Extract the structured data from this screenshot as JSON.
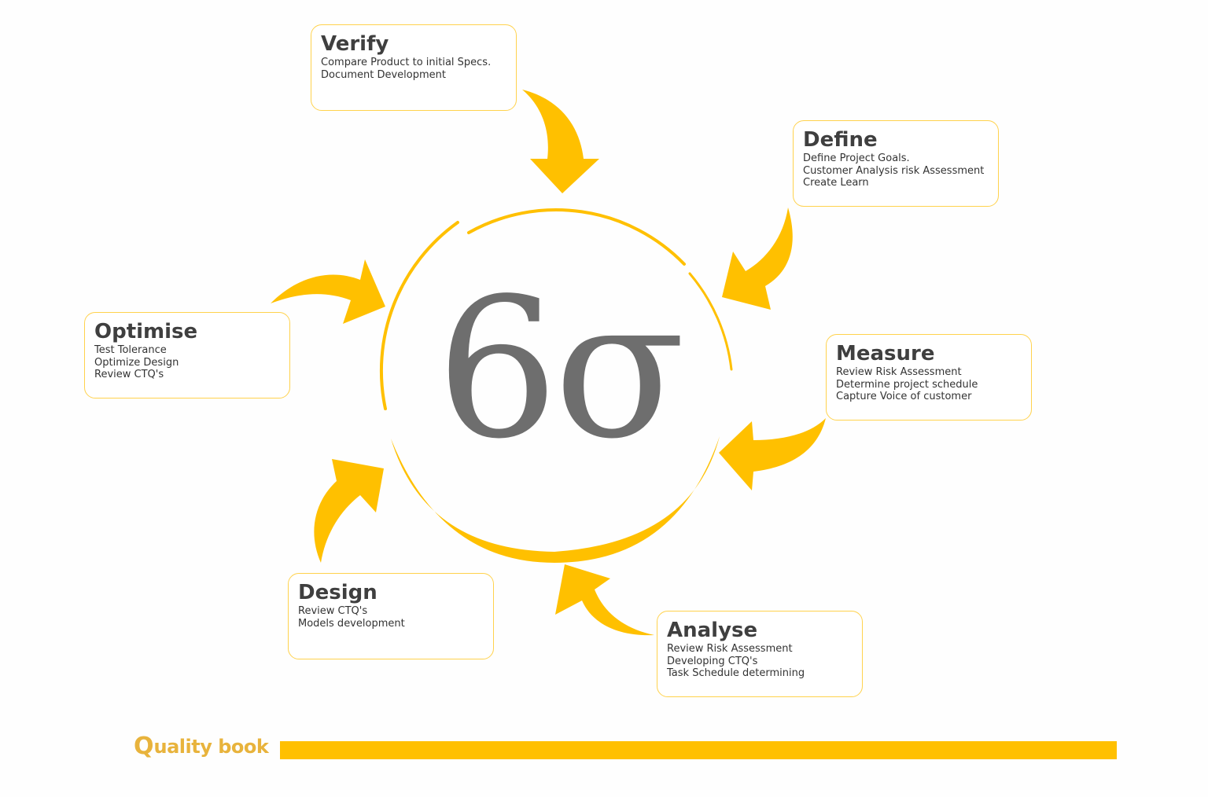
{
  "center": {
    "symbol": "6σ"
  },
  "steps": {
    "verify": {
      "title": "Verify",
      "lines": [
        "Compare Product to initial  Specs.",
        "Document Development"
      ]
    },
    "define": {
      "title": "Define",
      "lines": [
        "Define Project Goals.",
        "Customer Analysis risk Assessment",
        "Create Learn"
      ]
    },
    "measure": {
      "title": "Measure",
      "lines": [
        "Review Risk Assessment",
        "Determine project schedule",
        "Capture Voice of customer"
      ]
    },
    "analyse": {
      "title": "Analyse",
      "lines": [
        "Review Risk Assessment",
        "Developing CTQ's",
        "Task Schedule determining"
      ]
    },
    "design": {
      "title": "Design",
      "lines": [
        "Review CTQ's",
        "Models development"
      ]
    },
    "optimise": {
      "title": "Optimise",
      "lines": [
        "Test Tolerance",
        "Optimize Design",
        "Review CTQ's"
      ]
    }
  },
  "logo": {
    "mark": "Q",
    "text": "uality book"
  },
  "colors": {
    "accent": "#ffc000",
    "box_border": "#ffd24d",
    "symbol": "#6e6e6e",
    "logo": "#e8b33c"
  }
}
